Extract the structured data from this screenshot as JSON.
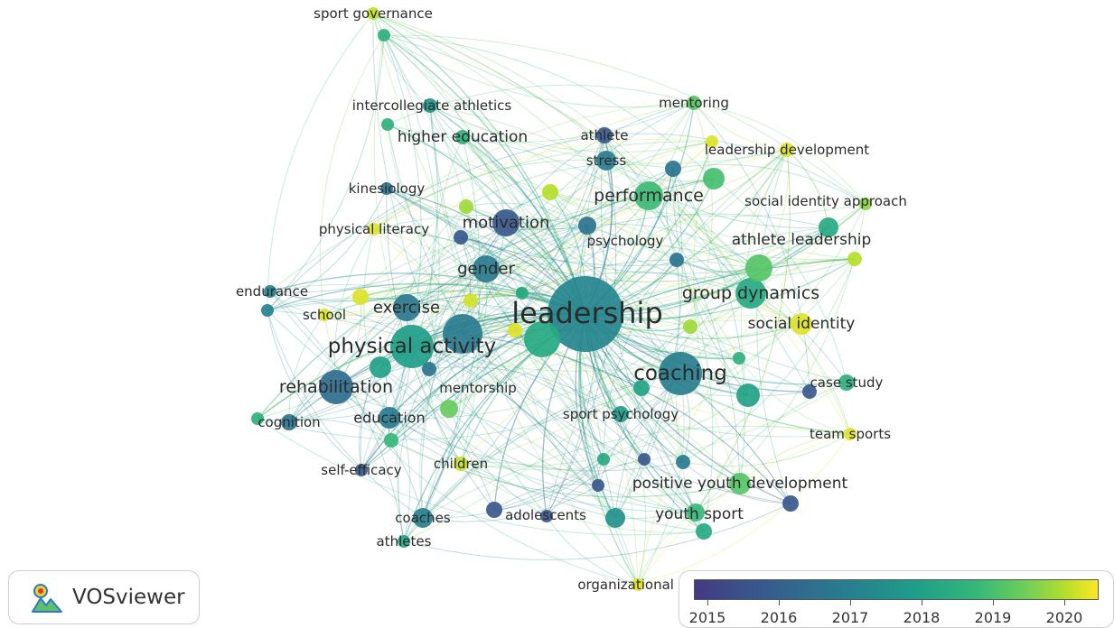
{
  "app": {
    "name": "VOSviewer"
  },
  "legend": {
    "years": [
      "2015",
      "2016",
      "2017",
      "2018",
      "2019",
      "2020"
    ],
    "year_min": 2014.7,
    "year_max": 2020.3,
    "gradient": [
      "#443983",
      "#3b528b",
      "#31688e",
      "#26828e",
      "#1f9e89",
      "#35b779",
      "#6ece58",
      "#b5de2b",
      "#fde725"
    ]
  },
  "nodes": [
    {
      "id": "leadership",
      "label": "leadership",
      "year": 2016.9,
      "weight": 10
    },
    {
      "id": "physical-activity",
      "label": "physical activity",
      "year": 2017.5,
      "weight": 6
    },
    {
      "id": "coaching",
      "label": "coaching",
      "year": 2016.7,
      "weight": 6
    },
    {
      "id": "rehabilitation",
      "label": "rehabilitation",
      "year": 2016.2,
      "weight": 5
    },
    {
      "id": "group-dynamics",
      "label": "group dynamics",
      "year": 2017.8,
      "weight": 5
    },
    {
      "id": "performance",
      "label": "performance",
      "year": 2018.3,
      "weight": 4.5
    },
    {
      "id": "motivation",
      "label": "motivation",
      "year": 2015.6,
      "weight": 4.2
    },
    {
      "id": "gender",
      "label": "gender",
      "year": 2016.6,
      "weight": 4.2
    },
    {
      "id": "exercise",
      "label": "exercise",
      "year": 2016.5,
      "weight": 4.2
    },
    {
      "id": "social-identity",
      "label": "social identity",
      "year": 2020,
      "weight": 3.8
    },
    {
      "id": "athlete-leadership",
      "label": "athlete leadership",
      "year": 2018.6,
      "weight": 3.8
    },
    {
      "id": "positive-youth-development",
      "label": "positive youth development",
      "year": 2018.6,
      "weight": 3.8
    },
    {
      "id": "youth-sport",
      "label": "youth sport",
      "year": 2018.2,
      "weight": 3.8
    },
    {
      "id": "higher-education",
      "label": "higher education",
      "year": 2018,
      "weight": 3.8
    },
    {
      "id": "education",
      "label": "education",
      "year": 2016.6,
      "weight": 3.5
    },
    {
      "id": "sport-psychology",
      "label": "sport psychology",
      "year": 2017.4,
      "weight": 3.3
    },
    {
      "id": "stress",
      "label": "stress",
      "year": 2016.6,
      "weight": 3
    },
    {
      "id": "psychology",
      "label": "psychology",
      "year": 2016.4,
      "weight": 3
    },
    {
      "id": "mentorship",
      "label": "mentorship",
      "year": 2018.8,
      "weight": 3
    },
    {
      "id": "children",
      "label": "children",
      "year": 2019.8,
      "weight": 3
    },
    {
      "id": "case-study",
      "label": "case study",
      "year": 2018,
      "weight": 3
    },
    {
      "id": "coaches",
      "label": "coaches",
      "year": 2016.7,
      "weight": 3
    },
    {
      "id": "adolescents",
      "label": "adolescents",
      "year": 2015.6,
      "weight": 3
    },
    {
      "id": "team-sports",
      "label": "team sports",
      "year": 2020,
      "weight": 3
    },
    {
      "id": "kinesiology",
      "label": "kinesiology",
      "year": 2016.4,
      "weight": 2.7
    },
    {
      "id": "cognition",
      "label": "cognition",
      "year": 2016.4,
      "weight": 2.7
    },
    {
      "id": "self-efficacy",
      "label": "self-efficacy",
      "year": 2015.7,
      "weight": 2.7
    },
    {
      "id": "school",
      "label": "school",
      "year": 2020,
      "weight": 2.7
    },
    {
      "id": "endurance",
      "label": "endurance",
      "year": 2016.8,
      "weight": 2.7
    },
    {
      "id": "physical-literacy",
      "label": "physical literacy",
      "year": 2020,
      "weight": 2.7
    },
    {
      "id": "athletes",
      "label": "athletes",
      "year": 2017.7,
      "weight": 2.7
    },
    {
      "id": "athlete",
      "label": "athlete",
      "year": 2015.6,
      "weight": 2.7
    },
    {
      "id": "social-identity-approach",
      "label": "social identity approach",
      "year": 2019.2,
      "weight": 2.7
    },
    {
      "id": "leadership-development",
      "label": "leadership development",
      "year": 2020,
      "weight": 2.7
    },
    {
      "id": "mentoring",
      "label": "mentoring",
      "year": 2018.6,
      "weight": 2.7
    },
    {
      "id": "intercollegiate-athletics",
      "label": "intercollegiate athletics",
      "year": 2017.2,
      "weight": 2.7
    },
    {
      "id": "sport-governance",
      "label": "sport governance",
      "year": 2019.7,
      "weight": 2.7
    },
    {
      "id": "organizational-cul",
      "label": "organizational cul",
      "year": 2020,
      "weight": 2.7
    }
  ]
}
